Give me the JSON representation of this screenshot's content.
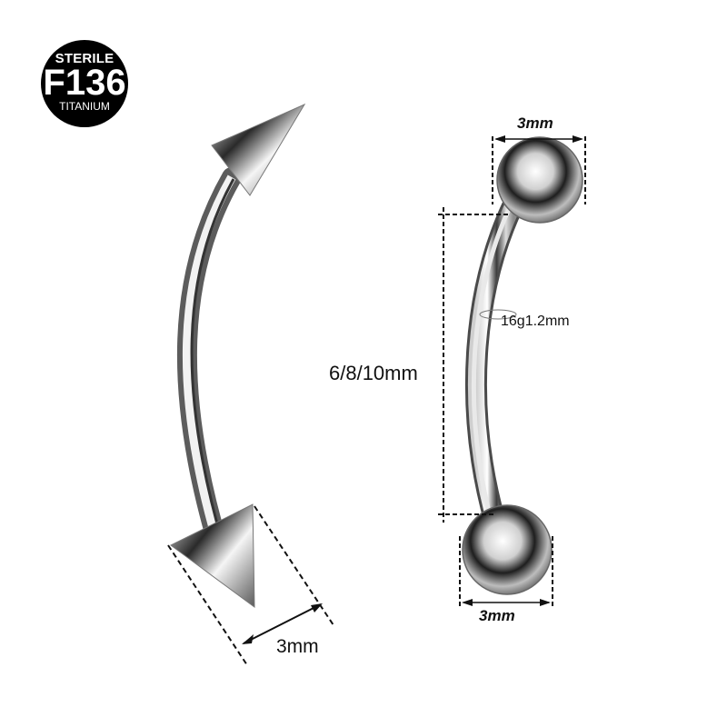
{
  "badge": {
    "top_text": "STERILE",
    "code": "F136",
    "bottom_text": "TITANIUM",
    "bg_color": "#000000",
    "text_color": "#ffffff"
  },
  "left_product": {
    "type": "curved barbell with spikes",
    "dimension_label": "3mm"
  },
  "right_product": {
    "type": "curved barbell with balls",
    "top_ball_label": "3mm",
    "gauge_label": "16g1.2mm",
    "length_label": "6/8/10mm",
    "bottom_ball_label": "3mm"
  },
  "colors": {
    "background": "#ffffff",
    "metal": "#9a9a9a",
    "dim_line": "#111111"
  }
}
